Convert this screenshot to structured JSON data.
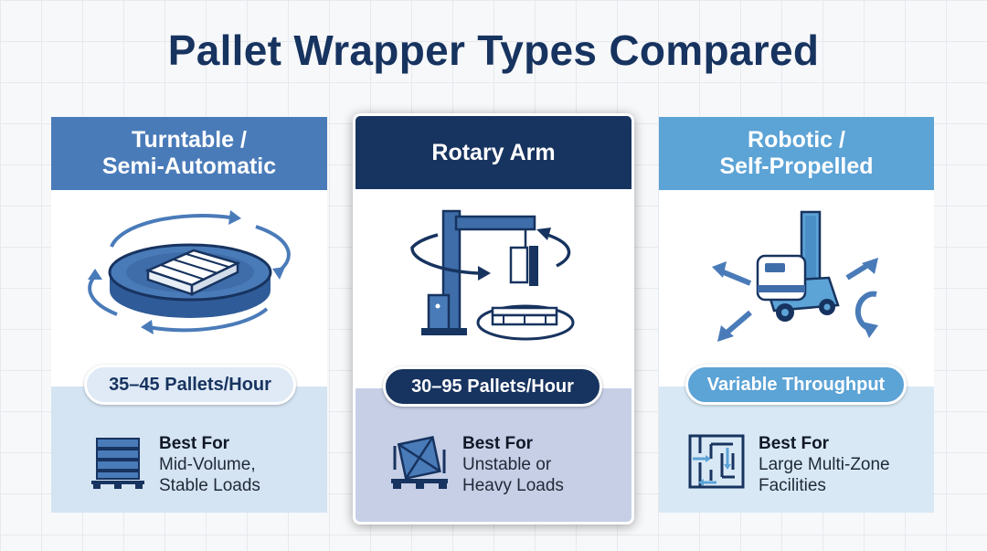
{
  "title": "Pallet Wrapper Types Compared",
  "colors": {
    "navy": "#17335f",
    "mid_blue": "#4a7bb9",
    "light_blue": "#5ca3d6",
    "pale_blue": "#d5e4f2"
  },
  "cards": [
    {
      "heading_line1": "Turntable /",
      "heading_line2": "Semi-Automatic",
      "illustration": "turntable-icon",
      "throughput": "35–45 Pallets/Hour",
      "best_for_label": "Best For",
      "best_for_line1": "Mid-Volume,",
      "best_for_line2": "Stable Loads",
      "best_for_icon": "stacked-load-icon"
    },
    {
      "heading_line1": "Rotary Arm",
      "illustration": "rotary-arm-icon",
      "throughput": "30–95 Pallets/Hour",
      "best_for_label": "Best For",
      "best_for_line1": "Unstable or",
      "best_for_line2": "Heavy Loads",
      "best_for_icon": "tilted-load-icon"
    },
    {
      "heading_line1": "Robotic /",
      "heading_line2": "Self-Propelled",
      "illustration": "robot-wrapper-icon",
      "throughput": "Variable Throughput",
      "best_for_label": "Best For",
      "best_for_line1": "Large Multi-Zone",
      "best_for_line2": "Facilities",
      "best_for_icon": "maze-icon"
    }
  ]
}
